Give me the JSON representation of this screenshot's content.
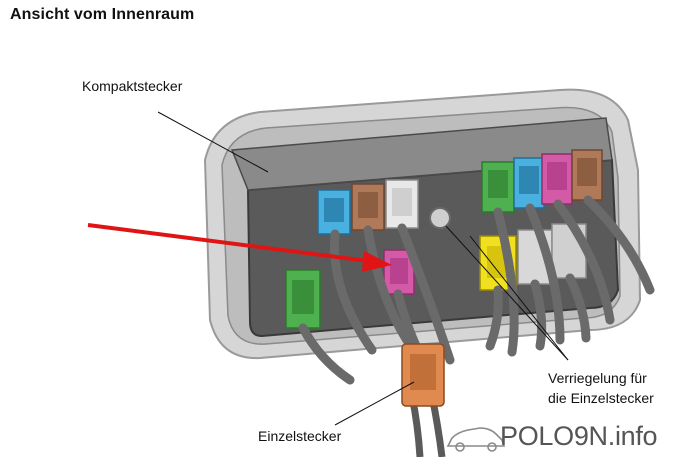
{
  "title": "Ansicht vom Innenraum",
  "callouts": {
    "kompaktstecker": "Kompaktstecker",
    "verriegelung_line1": "Verriegelung für",
    "verriegelung_line2": "die Einzelstecker",
    "einzelstecker": "Einzelstecker"
  },
  "logo": {
    "text": "POLO9N.info",
    "icon": "car-silhouette-icon"
  },
  "colors": {
    "arrow": "#e01414",
    "housing": "#5a5a5a",
    "connector_blue": "#4ab0e0",
    "connector_brown": "#b07a5a",
    "connector_white": "#e8e8e8",
    "connector_green": "#4fb04f",
    "connector_magenta": "#d45aa8",
    "connector_yellow": "#f0e020",
    "connector_orange": "#e08a50"
  }
}
